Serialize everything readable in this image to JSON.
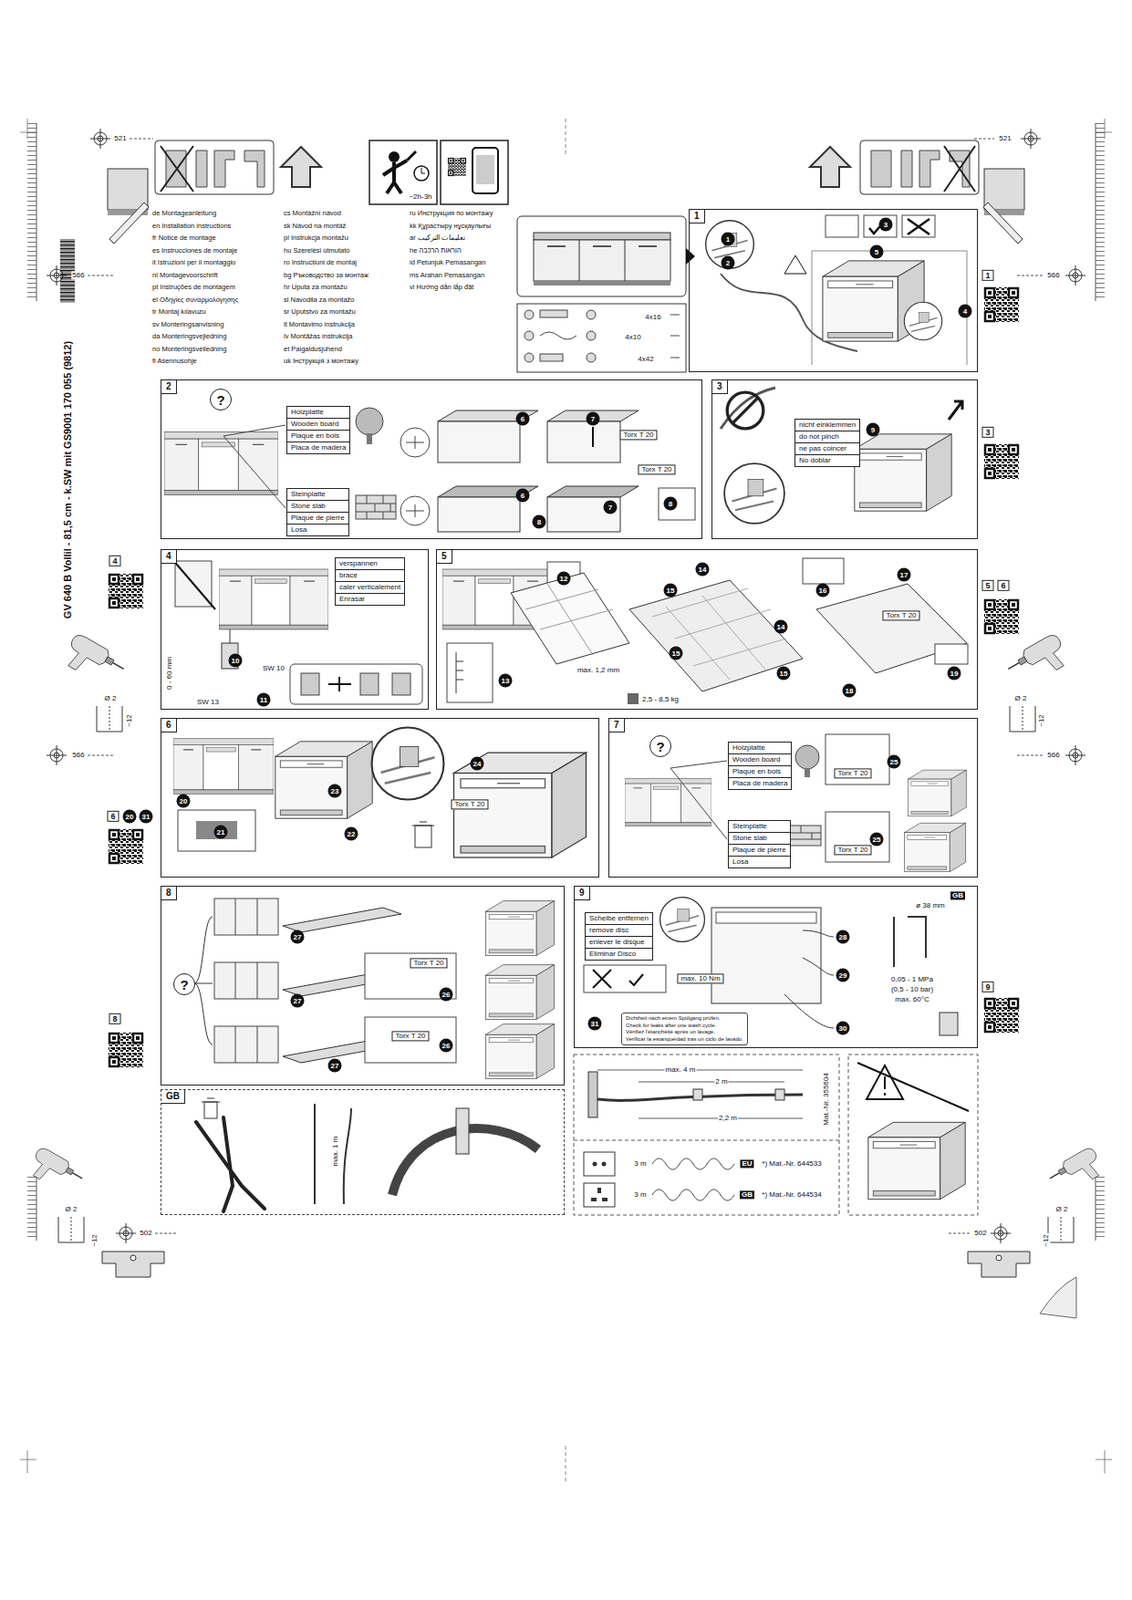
{
  "diagram": {
    "nodes": [
      {
        "text": [
          "1"
        ]
      },
      {
        "text": [
          "2"
        ]
      },
      {
        "text": [
          "?"
        ],
        "in": 1
      },
      {
        "text": [
          "Holzplatte",
          "Wooden board",
          "Plaque en bois",
          "Placa de madera"
        ],
        "in": 1
      },
      {
        "text": [
          "Steinplatte",
          "Stone slab",
          "Plaque de pierre",
          "Losa"
        ],
        "in": 1
      },
      {
        "text": [
          "3"
        ]
      },
      {
        "text": [
          "nicht einklemmen",
          "do not pinch",
          "ne pas coincer",
          "No doblar"
        ],
        "in": 5
      },
      {
        "text": [
          "4"
        ]
      },
      {
        "text": [
          "verspannen",
          "brace",
          "caler verticalement",
          "Enrasar"
        ],
        "in": 7
      },
      {
        "text": [
          "5"
        ]
      },
      {
        "text": [
          "6"
        ]
      },
      {
        "text": [
          "7"
        ]
      },
      {
        "text": [
          "?"
        ],
        "in": 11
      },
      {
        "text": [
          "Holzplatte",
          "Wooden board",
          "Plaque en bois",
          "Placa de madera"
        ],
        "in": 11
      },
      {
        "text": [
          "Steinplatte",
          "Stone slab",
          "Plaque de pierre",
          "Losa"
        ],
        "in": 11
      },
      {
        "text": [
          "8"
        ]
      },
      {
        "text": [
          "?"
        ],
        "in": 15
      },
      {
        "text": [
          "9"
        ]
      },
      {
        "text": [
          "Scheibe entfernen",
          "remove disc",
          "enlever le disque",
          "Eliminar Disco"
        ],
        "in": 17
      },
      {
        "text": [
          "Dichtheit nach einem Spülgang prüfen.",
          "Check for leaks after one wash cycle.",
          "Vérifiez l'étanchéité après un lavage.",
          "Verificar la estanqueidad tras un ciclo de lavado."
        ],
        "in": 17
      },
      {
        "text": [
          "GB"
        ]
      }
    ],
    "labels": [
      "521",
      "521",
      "566",
      "566",
      "566",
      "566",
      "502",
      "502",
      "Ø 2",
      "~12",
      "Ø 2",
      "~12",
      "Ø 2",
      "~12",
      "Ø 2",
      "~12",
      "GV 640 B Vollil - 81,5 cm - k.SW mit GS9001 170 055 (9812)",
      "~2h-3h",
      "de Montageanleitung",
      "en Installation instructions",
      "fr Notice de montage",
      "es Instrucciones de montaje",
      "it Istruzioni per il montaggio",
      "nl Montagevoorschrift",
      "pt Instruções de montagem",
      "el Οδηγίες συναρμολόγησης",
      "tr Montaj kılavuzu",
      "sv Monteringsanvisning",
      "da Monteringsvejledning",
      "no Monteringsveiledning",
      "fi Asennusohje",
      "cs Montážní návod",
      "sk Návod na montáž",
      "pl Instrukcja montażu",
      "hu Szerelési útmutató",
      "ro Instrucțiuni de montaj",
      "bg Ръководство за монтаж",
      "hr Uputa za montažu",
      "sl Navodila za montažo",
      "sr Uputstvo za montažu",
      "lt Montavimo instrukcija",
      "lv Montāžas instrukcija",
      "et Paigaldusjuhend",
      "uk Інструкція з монтажу",
      "ru Инструкция по монтажу",
      "kk Құрастыру нұсқаулығы",
      "ar تعليمات التركيب",
      "he הוראות הרכבה",
      "id Petunjuk Pemasangan",
      "ms Arahan Pemasangan",
      "vi Hướng dẫn lắp đặt",
      "4x16",
      "4x10",
      "4x42",
      "1",
      "2",
      "3",
      "5",
      "4",
      "6",
      "7",
      "Torx T 20",
      "6",
      "7",
      "Torx T 20",
      "8",
      "8",
      "9",
      "10",
      "11",
      "SW 13",
      "SW 10",
      "0 - 60 mm",
      "12",
      "13",
      "14",
      "14",
      "15",
      "15",
      "15",
      "16",
      "17",
      "18",
      "19",
      "max. 1,2 mm",
      "2,5 - 8,5 kg",
      "Torx T 20",
      "20",
      "21",
      "22",
      "23",
      "24",
      "Torx T 20",
      "25",
      "25",
      "Torx T 20",
      "Torx T 20",
      "27",
      "27",
      "27",
      "26",
      "26",
      "Torx T 20",
      "Torx T 20",
      "max. 10 Nm",
      "28",
      "29",
      "30",
      "31",
      "ø 38 mm",
      "0,05 - 1 MPa",
      "(0,5 - 10 bar)",
      "max. 60°C",
      "GB",
      "max. 4 m",
      "2 m",
      "2,2 m",
      "Mat.-Nr. 355604",
      "3 m",
      "3 m",
      "EU",
      "*) Mat.-Nr. 644533",
      "GB",
      "*) Mat.-Nr. 644534",
      "max. 1 m",
      "1",
      "3",
      "4",
      "5",
      "6",
      "6",
      "20",
      "31",
      "9",
      "8"
    ]
  }
}
